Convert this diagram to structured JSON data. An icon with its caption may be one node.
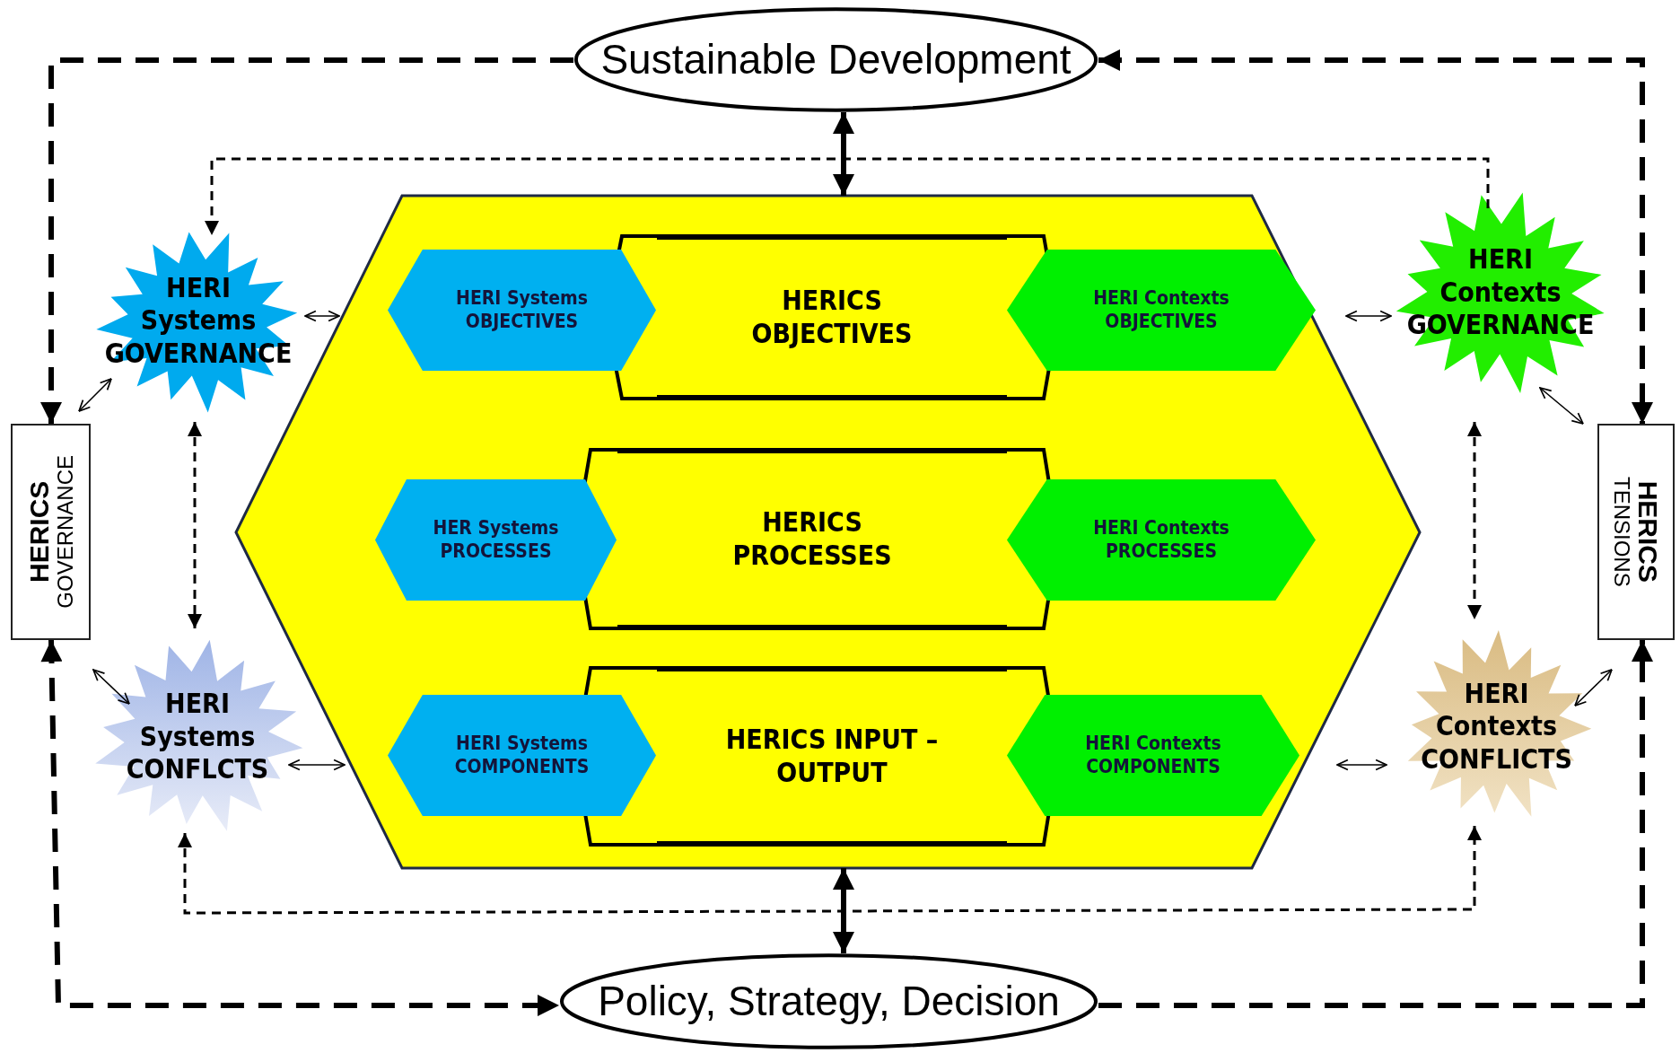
{
  "diagram": {
    "nodes": [
      {
        "text": [
          "Sustainable Development"
        ]
      },
      {
        "text": [],
        "shape": "hexagon"
      },
      {
        "text": [
          "HERICS OBJECTIVES"
        ],
        "in": 1
      },
      {
        "text": [
          "HERI Systems OBJECTIVES"
        ],
        "in": 1
      },
      {
        "text": [
          "HERI Contexts OBJECTIVES"
        ],
        "in": 1
      },
      {
        "text": [
          "HERICS PROCESSES"
        ],
        "in": 1
      },
      {
        "text": [
          "HER Systems PROCESSES"
        ],
        "in": 1
      },
      {
        "text": [
          "HERI Contexts PROCESSES"
        ],
        "in": 1
      },
      {
        "text": [
          "HERICS INPUT – OUTPUT"
        ],
        "in": 1
      },
      {
        "text": [
          "HERI Systems COMPONENTS"
        ],
        "in": 1
      },
      {
        "text": [
          "HERI Contexts COMPONENTS"
        ],
        "in": 1
      },
      {
        "text": [
          "HERI Systems GOVERNANCE"
        ]
      },
      {
        "text": [
          "HERI Contexts GOVERNANCE"
        ]
      },
      {
        "text": [
          "HERICS",
          "GOVERNANCE"
        ]
      },
      {
        "text": [
          "HERICS",
          "TENSIONS"
        ]
      },
      {
        "text": [
          "HERI Systems CONFLCTS"
        ]
      },
      {
        "text": [
          "HERI Contexts CONFLICTS"
        ]
      },
      {
        "text": [
          "Policy, Strategy, Decision"
        ]
      }
    ],
    "edges": [
      {
        "from": 0,
        "to": 13,
        "arrow": "to",
        "style": "dashed"
      },
      {
        "from": 0,
        "to": 14,
        "arrow": "both",
        "style": "dashed"
      },
      {
        "from": 13,
        "to": 17,
        "arrow": "both",
        "style": "dashed"
      },
      {
        "from": 17,
        "to": 14,
        "arrow": "to",
        "style": "dashed"
      },
      {
        "from": 0,
        "to": 1,
        "arrow": "both",
        "style": "thick"
      },
      {
        "from": 1,
        "to": 17,
        "arrow": "both",
        "style": "thick"
      },
      {
        "from": 12,
        "to": 11,
        "arrow": "to",
        "style": "dashed"
      },
      {
        "from": 15,
        "to": 16,
        "arrow": "both",
        "style": "dashed"
      },
      {
        "from": 11,
        "to": 15,
        "arrow": "both",
        "style": "dashed"
      },
      {
        "from": 12,
        "to": 16,
        "arrow": "both",
        "style": "dashed"
      },
      {
        "from": 11,
        "to": 1,
        "arrow": "both"
      },
      {
        "from": 13,
        "to": 11,
        "arrow": "both"
      },
      {
        "from": 13,
        "to": 15,
        "arrow": "both"
      },
      {
        "from": 15,
        "to": 1,
        "arrow": "both"
      },
      {
        "from": 12,
        "to": 1,
        "arrow": "both"
      },
      {
        "from": 12,
        "to": 14,
        "arrow": "both"
      },
      {
        "from": 16,
        "to": 14,
        "arrow": "both"
      },
      {
        "from": 16,
        "to": 1,
        "arrow": "both"
      }
    ]
  }
}
